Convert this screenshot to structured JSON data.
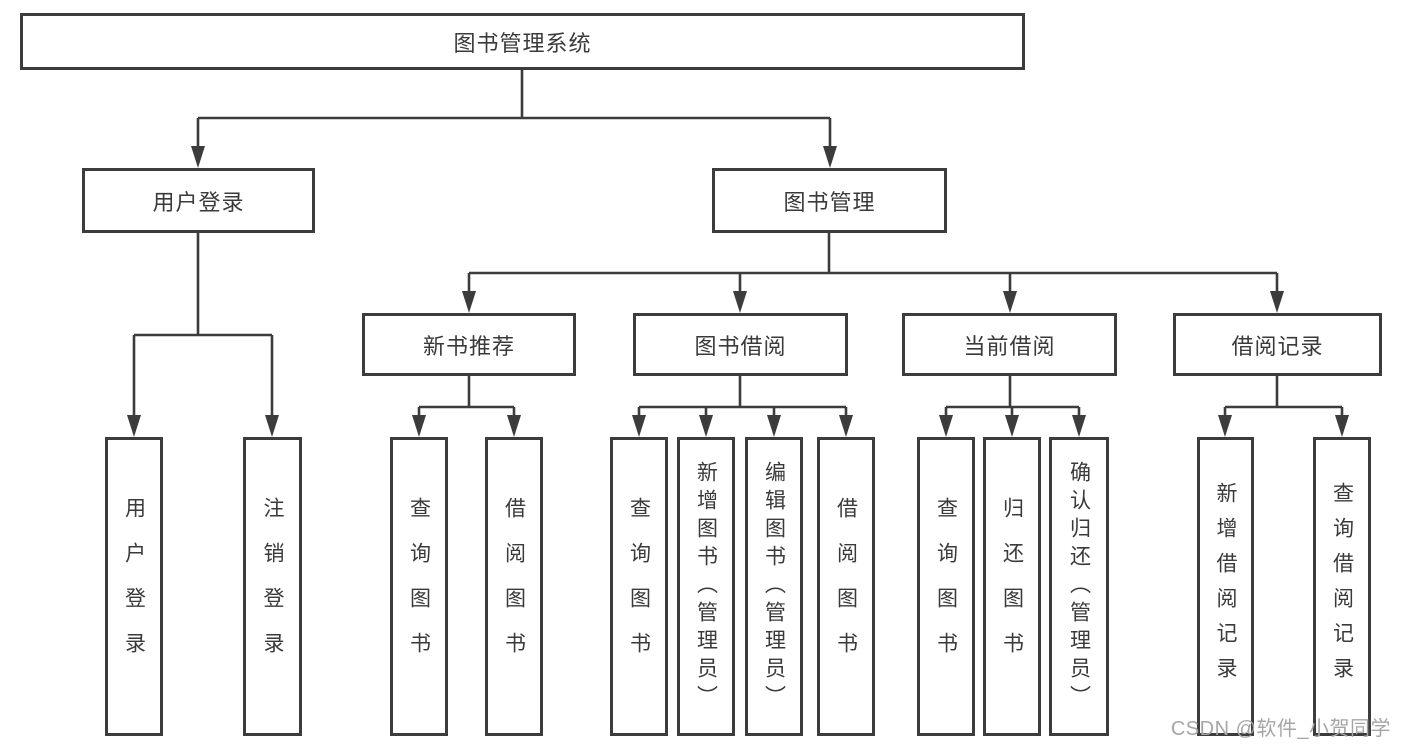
{
  "diagram": {
    "root": "图书管理系统",
    "branches": [
      {
        "label": "用户登录",
        "children": [
          "用户登录",
          "注销登录"
        ]
      },
      {
        "label": "图书管理",
        "sections": [
          {
            "label": "新书推荐",
            "children": [
              "查询图书",
              "借阅图书"
            ]
          },
          {
            "label": "图书借阅",
            "children": [
              "查询图书",
              "新增图书（管理员）",
              "编辑图书（管理员）",
              "借阅图书"
            ]
          },
          {
            "label": "当前借阅",
            "children": [
              "查询图书",
              "归还图书",
              "确认归还（管理员）"
            ]
          },
          {
            "label": "借阅记录",
            "children": [
              "新增借阅记录",
              "查询借阅记录"
            ]
          }
        ]
      }
    ]
  },
  "watermark": "CSDN @软件_小贺同学",
  "colors": {
    "line": "#3c3c3c",
    "text": "#3a3a3a",
    "watermark": "#a6a6a6",
    "background": "#ffffff"
  }
}
